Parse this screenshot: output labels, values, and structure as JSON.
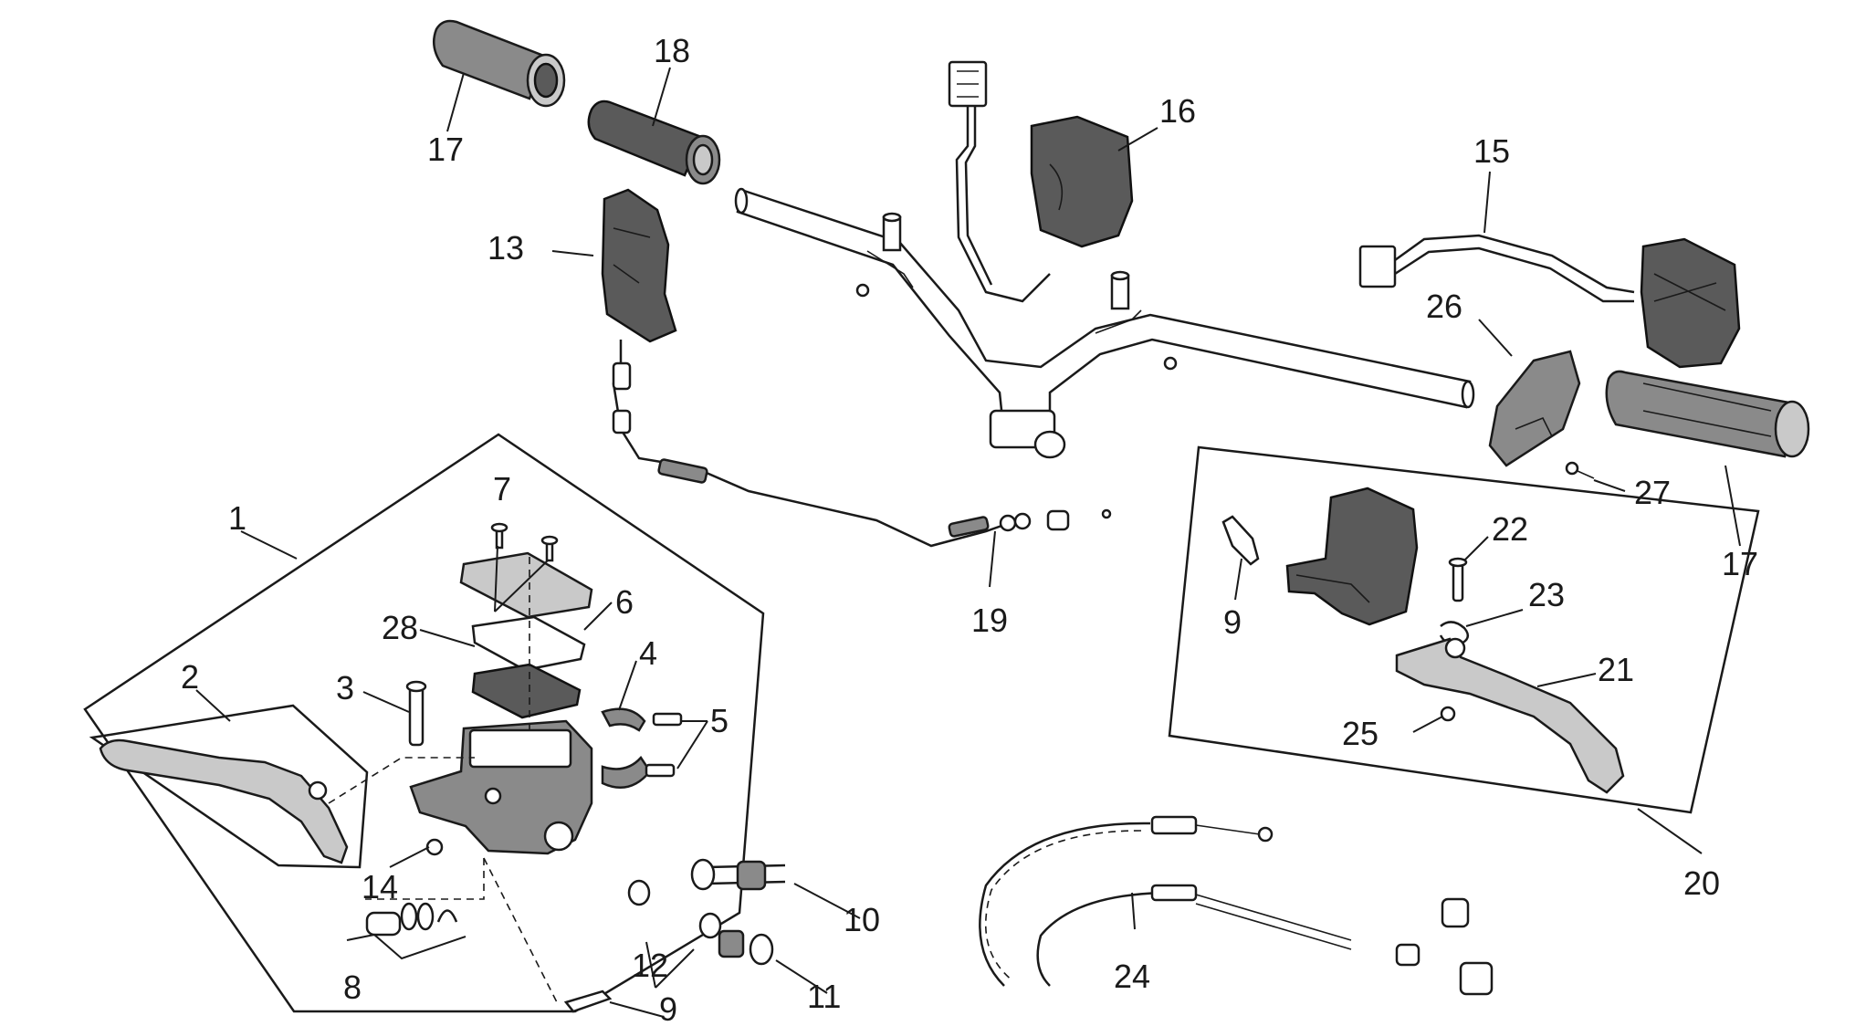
{
  "callouts": {
    "c1": "1",
    "c2": "2",
    "c3": "3",
    "c4": "4",
    "c5": "5",
    "c6": "6",
    "c7": "7",
    "c8": "8",
    "c9a": "9",
    "c9b": "9",
    "c10": "10",
    "c11": "11",
    "c12": "12",
    "c13": "13",
    "c14": "14",
    "c15": "15",
    "c16": "16",
    "c17a": "17",
    "c17b": "17",
    "c18": "18",
    "c19": "19",
    "c20": "20",
    "c21": "21",
    "c22": "22",
    "c23": "23",
    "c24": "24",
    "c25": "25",
    "c26": "26",
    "c27": "27",
    "c28": "28"
  }
}
